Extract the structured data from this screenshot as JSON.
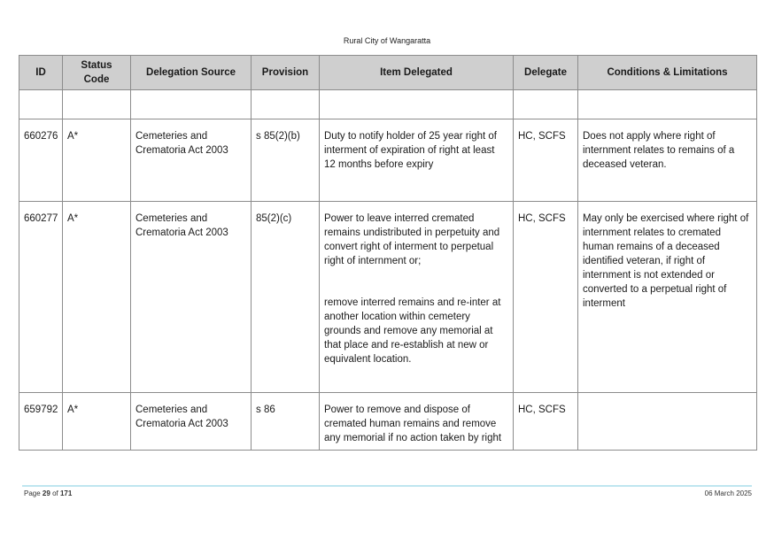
{
  "header": {
    "title": "Rural City of Wangaratta"
  },
  "table": {
    "columns": [
      "ID",
      "Status Code",
      "Delegation Source",
      "Provision",
      "Item Delegated",
      "Delegate",
      "Conditions & Limitations"
    ],
    "rows": [
      {
        "id": "660276",
        "status": "A*",
        "source": "Cemeteries and Crematoria Act 2003",
        "provision": "s 85(2)(b)",
        "item": [
          "Duty to notify holder of 25 year right of interment of expiration of right at least 12 months before expiry"
        ],
        "delegate": "HC, SCFS",
        "conditions": "Does not apply where right of internment relates to remains of a deceased veteran."
      },
      {
        "id": "660277",
        "status": "A*",
        "source": "Cemeteries and Crematoria Act 2003",
        "provision": "85(2)(c)",
        "item": [
          "Power to leave interred cremated remains undistributed in perpetuity and convert right of interment to perpetual right of internment or;",
          "remove interred remains and re-inter at another location within cemetery grounds and remove any memorial at that place and re-establish at new or equivalent location."
        ],
        "delegate": "HC, SCFS",
        "conditions": "May only be exercised where right of internment relates to cremated human remains of a deceased identified veteran, if right of internment is not extended or converted to a perpetual right of interment"
      },
      {
        "id": "659792",
        "status": "A*",
        "source": "Cemeteries and Crematoria Act 2003",
        "provision": "s 86",
        "item": [
          "Power to remove and dispose of cremated human remains and remove any memorial if no action taken by right"
        ],
        "delegate": "HC, SCFS",
        "conditions": ""
      }
    ]
  },
  "footer": {
    "page_prefix": "Page",
    "page_number": "29",
    "page_of": "of",
    "page_total": "171",
    "date": "06 March 2025"
  }
}
